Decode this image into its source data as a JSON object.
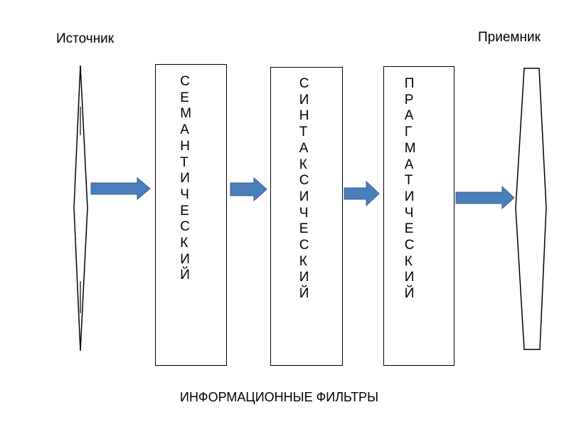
{
  "source": {
    "label": "Источник"
  },
  "receiver": {
    "label": "Приемник"
  },
  "filters": [
    {
      "id": "semantic",
      "label": "СЕМАНТИЧЕСКИЙ"
    },
    {
      "id": "syntactic",
      "label": "СИНТАКСИЧЕСКИЙ"
    },
    {
      "id": "pragmatic",
      "label": "ПРАГМАТИЧЕСКИЙ"
    }
  ],
  "footer": {
    "label": "ИНФОРМАЦИОННЫЕ ФИЛЬТРЫ"
  },
  "colors": {
    "arrow_fill": "#4a7ebb",
    "arrow_stroke": "#385d8a",
    "outline": "#000000"
  }
}
